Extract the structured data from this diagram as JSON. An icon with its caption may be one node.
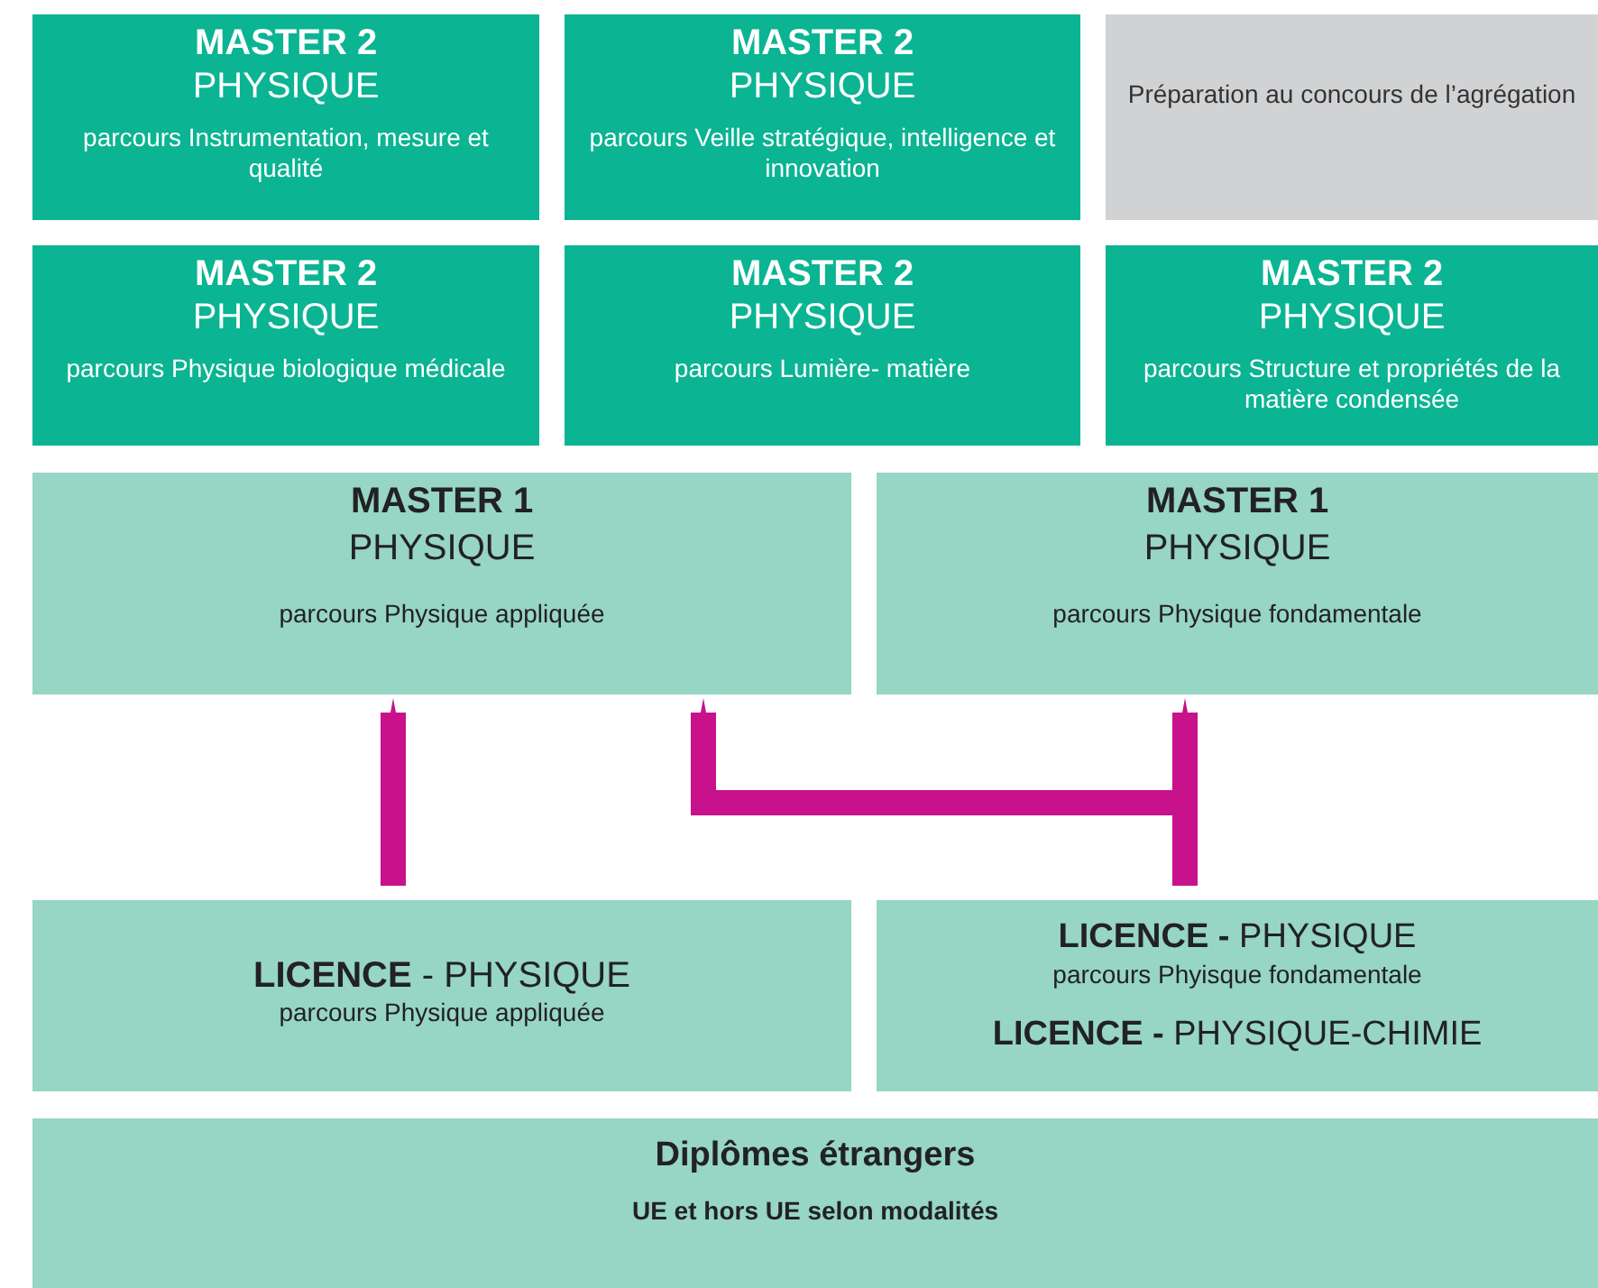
{
  "diagram": {
    "nodes": [
      {
        "text": [
          "MASTER 2",
          "PHYSIQUE",
          "parcours Instrumentation, mesure et qualité"
        ]
      },
      {
        "text": [
          "MASTER 2",
          "PHYSIQUE",
          "parcours Veille stratégique, intelligence et innovation"
        ]
      },
      {
        "text": [
          "Préparation au concours de l’agrégation"
        ]
      },
      {
        "text": [
          "MASTER 2",
          "PHYSIQUE",
          "parcours Physique biologique médicale"
        ]
      },
      {
        "text": [
          "MASTER 2",
          "PHYSIQUE",
          "parcours Lumière- matière"
        ]
      },
      {
        "text": [
          "MASTER 2",
          "PHYSIQUE",
          "parcours Structure et propriétés de la matière condensée"
        ]
      },
      {
        "text": [
          "MASTER 1",
          "PHYSIQUE",
          "parcours Physique appliquée"
        ]
      },
      {
        "text": [
          "MASTER 1",
          "PHYSIQUE",
          "parcours Physique fondamentale"
        ]
      },
      {
        "text": [
          "**LICENCE** - PHYSIQUE",
          "parcours Physique appliquée"
        ]
      },
      {
        "text": [
          "**LICENCE -** PHYSIQUE",
          "parcours Phyisque fondamentale",
          "**LICENCE -** PHYSIQUE-CHIMIE"
        ]
      },
      {
        "text": [
          "Diplômes étrangers",
          "UE et hors UE selon modalités"
        ]
      }
    ],
    "edges": [
      {
        "from": 8,
        "to": 6,
        "arrow": "to"
      },
      {
        "from": 9,
        "to": 7,
        "arrow": "to"
      },
      {
        "from": 9,
        "to": 6,
        "arrow": "to"
      }
    ]
  }
}
